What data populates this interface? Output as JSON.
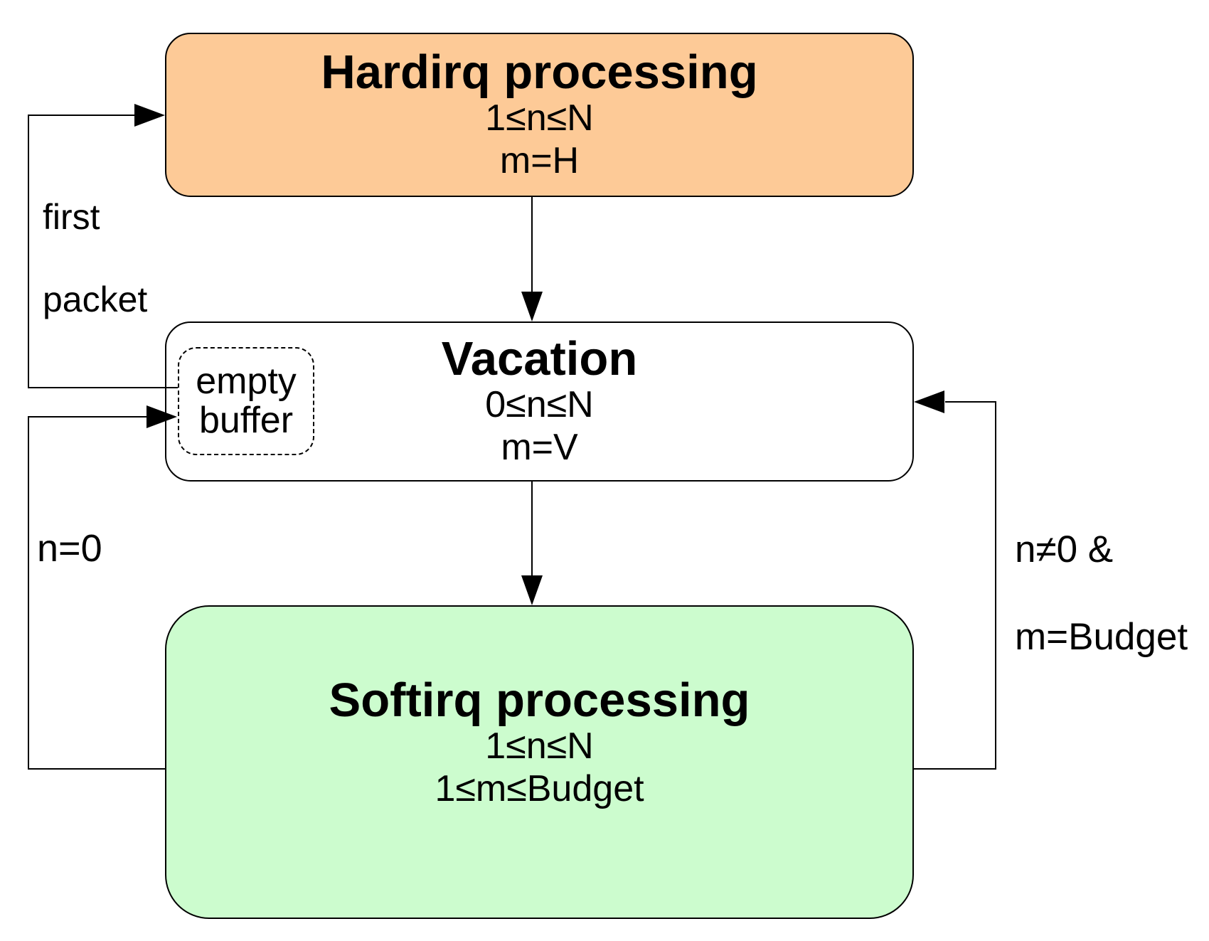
{
  "nodes": {
    "hardirq": {
      "title": "Hardirq processing",
      "constraint1": "1≤n≤N",
      "constraint2": "m=H",
      "fill": "#FDCA97"
    },
    "vacation": {
      "title": "Vacation",
      "constraint1": "0≤n≤N",
      "constraint2": "m=V",
      "fill": "#FFFFFF",
      "empty_buffer": {
        "line1": "empty",
        "line2": "buffer"
      }
    },
    "softirq": {
      "title": "Softirq processing",
      "constraint1": "1≤n≤N",
      "constraint2": "1≤m≤Budget",
      "fill": "#CCFCCE"
    }
  },
  "edge_labels": {
    "first_packet": {
      "line1": "first",
      "line2": "packet"
    },
    "n_zero": {
      "text": "n=0"
    },
    "budget_return": {
      "line1": "n≠0 &",
      "line2": "m=Budget"
    }
  },
  "colors": {
    "stroke": "#000000",
    "hardirq_fill": "#FDCA97",
    "softirq_fill": "#CCFCCE",
    "vacation_fill": "#FFFFFF"
  }
}
